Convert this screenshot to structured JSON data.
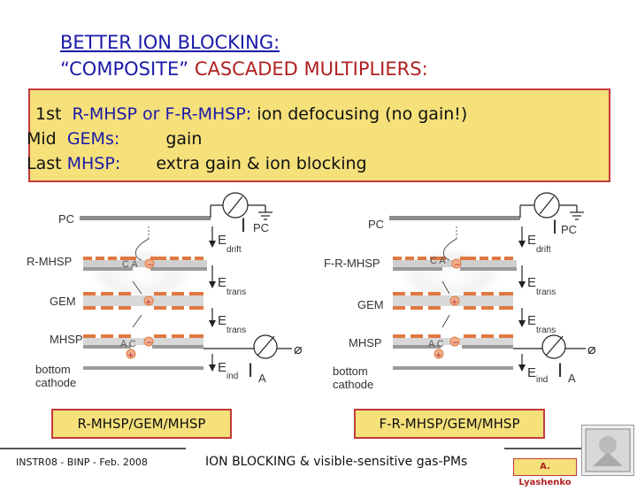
{
  "title": {
    "line1": "BETTER ION BLOCKING:",
    "line2_quoted": "“COMPOSITE”",
    "line2_rest": "CASCADED MULTIPLIERS:"
  },
  "info": {
    "row1": {
      "label": "1st",
      "device": "R-MHSP or F-R-MHSP:",
      "desc": "ion defocusing (no gain!)"
    },
    "row2": {
      "label": "Mid",
      "device": "GEMs:",
      "desc": "gain"
    },
    "row3": {
      "label": "Last",
      "device": "MHSP:",
      "desc": "extra gain & ion blocking"
    }
  },
  "left_diagram": {
    "layers": {
      "pc": "PC",
      "first": "R-MHSP",
      "gem": "GEM",
      "mhsp": "MHSP",
      "bottom1": "bottom",
      "bottom2": "cathode"
    },
    "fields": {
      "e": "E",
      "drift": "drift",
      "trans": "trans",
      "ind": "ind"
    },
    "currents": {
      "ipc": "I",
      "ipc_sub": "PC",
      "ia": "I",
      "ia_sub": "A"
    },
    "ca_label": "C A",
    "ac_label": "A C",
    "caption": "R-MHSP/GEM/MHSP"
  },
  "right_diagram": {
    "layers": {
      "pc": "PC",
      "first": "F-R-MHSP",
      "gem": "GEM",
      "mhsp": "MHSP",
      "bottom1": "bottom",
      "bottom2": "cathode"
    },
    "fields": {
      "e": "E",
      "drift": "drift",
      "trans": "trans",
      "ind": "ind"
    },
    "currents": {
      "ipc": "I",
      "ipc_sub": "PC",
      "ia": "I",
      "ia_sub": "A"
    },
    "ca_label": "C A",
    "ac_label": "A C",
    "caption": "F-R-MHSP/GEM/MHSP"
  },
  "footer": {
    "left": "INSTR08 - BINP - Feb. 2008",
    "middle": "ION BLOCKING & visible-sensitive gas-PMs",
    "author": "A. Lyashenko"
  },
  "colors": {
    "title_blue": "#1a1aa8",
    "title_red": "#b02020",
    "box_fill": "#f5e07a",
    "box_border": "#c23b3b",
    "electrode_orange": "#e07840",
    "electrode_gray": "#9a9a9a"
  }
}
